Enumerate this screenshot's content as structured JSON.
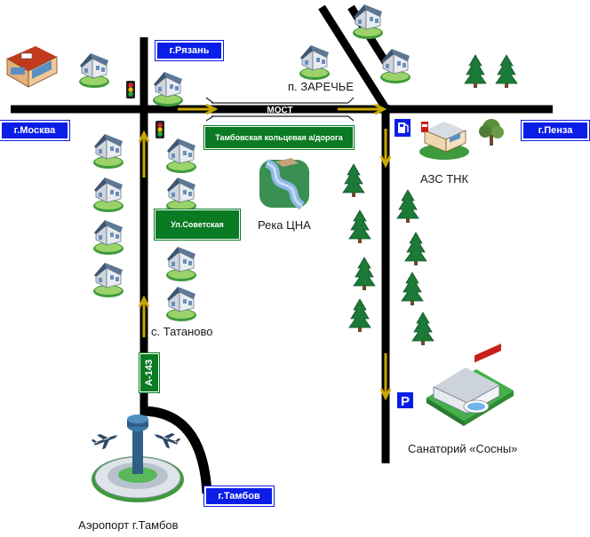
{
  "city_tags": {
    "ryazan": "г.Рязань",
    "moskva": "г.Москва",
    "penza": "г.Пенза",
    "tambov": "г.Тамбов"
  },
  "road_signs": {
    "ring_road": "Тамбовская кольцевая а/дорога",
    "street": "Ул.Советская",
    "highway": "А-143"
  },
  "places": {
    "zarechye": "п. ЗАРЕЧЬЕ",
    "bridge": "МОСТ",
    "river": "Река ЦНА",
    "gas_station": "АЗС ТНК",
    "tatanovo": "с. Татаново",
    "sanatorium": "Санаторий «Сосны»",
    "airport": "Аэропорт г.Тамбов"
  },
  "parking": "P",
  "icons": [
    "house-icon",
    "shop-icon",
    "traffic-light-icon",
    "tree-icon",
    "river-icon",
    "gas-station-icon",
    "fuel-pump-icon",
    "parking-icon",
    "sanatorium-icon",
    "airport-icon",
    "airplane-icon"
  ],
  "colors": {
    "road": "#000000",
    "direction_arrow": "#c8a800",
    "city_tag": "#0a1ee8",
    "road_sign": "#0a7a23",
    "tree": "#1c7a38",
    "house_wall": "#dfe4ea",
    "house_roof": "#4b607a"
  }
}
